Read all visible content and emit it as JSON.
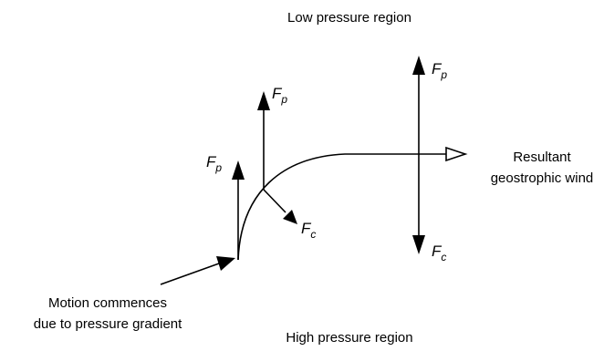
{
  "labels": {
    "low_pressure": "Low pressure region",
    "high_pressure": "High pressure region",
    "resultant_line1": "Resultant",
    "resultant_line2": "geostrophic wind",
    "motion_line1": "Motion commences",
    "motion_line2": "due to pressure gradient"
  },
  "forces": {
    "pressure_symbol": "F",
    "pressure_subscript": "p",
    "coriolis_symbol": "F",
    "coriolis_subscript": "c"
  },
  "colors": {
    "ink": "#000000",
    "background": "#ffffff"
  }
}
